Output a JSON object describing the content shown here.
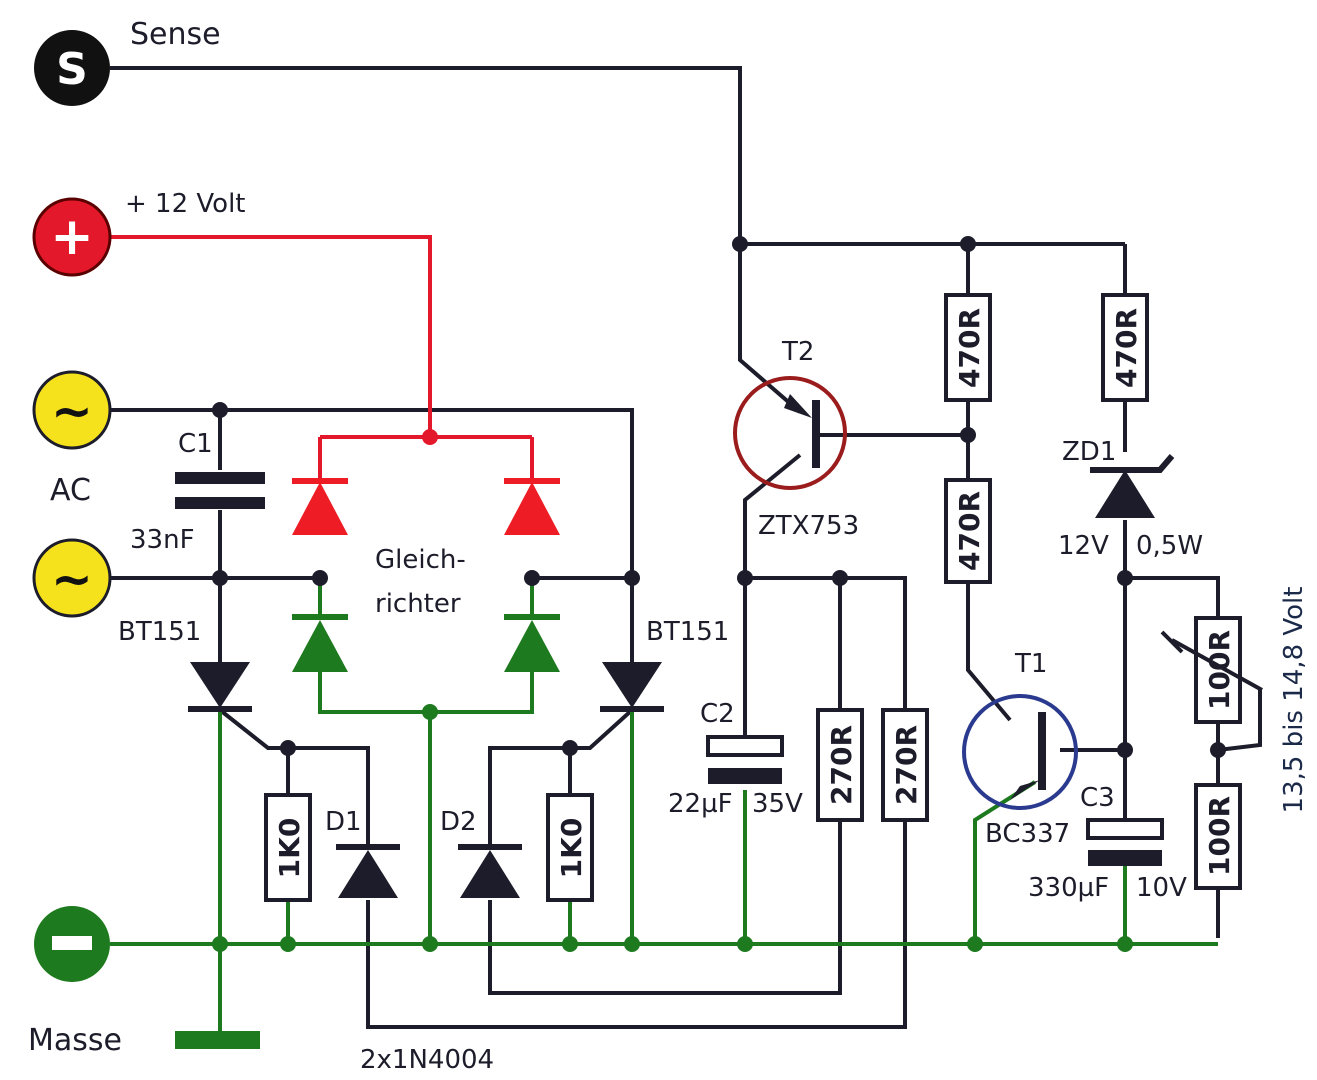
{
  "terminals": {
    "sense": {
      "glyph": "S",
      "label": "Sense",
      "color": "#111111"
    },
    "plus": {
      "glyph": "+",
      "label": "+ 12 Volt",
      "color": "#e3192b"
    },
    "ac_top": {
      "glyph": "~",
      "color": "#f5e11c"
    },
    "ac_bottom": {
      "glyph": "~",
      "color": "#f5e11c"
    },
    "ac_label": "AC",
    "ground": {
      "glyph": "−",
      "label": "Masse",
      "color": "#1e7a1e"
    }
  },
  "components": {
    "c1": {
      "name": "C1",
      "value": "33nF"
    },
    "bridge": {
      "label_1": "Gleich-",
      "label_2": "richter",
      "top_color": "#ee1c24",
      "bottom_color": "#1e7a1e"
    },
    "thyristor_left": {
      "name": "BT151"
    },
    "thyristor_right": {
      "name": "BT151"
    },
    "r_left": {
      "value": "1K0"
    },
    "r_right": {
      "value": "1K0"
    },
    "d1": {
      "name": "D1"
    },
    "d2": {
      "name": "D2"
    },
    "diodes_note": "2x1N4004",
    "t2": {
      "name": "T2",
      "type": "ZTX753",
      "color": "#9b1c1c"
    },
    "c2": {
      "name": "C2",
      "value": "22µF",
      "voltage": "35V"
    },
    "r270_1": {
      "value": "270R"
    },
    "r270_2": {
      "value": "270R"
    },
    "r470_top": {
      "value": "470R"
    },
    "r470_mid": {
      "value": "470R"
    },
    "r470_z": {
      "value": "470R"
    },
    "zd1": {
      "name": "ZD1",
      "value": "12V",
      "power": "0,5W"
    },
    "t1": {
      "name": "T1",
      "type": "BC337",
      "color": "#2a3a8f"
    },
    "c3": {
      "name": "C3",
      "value": "330µF",
      "voltage": "10V"
    },
    "pot": {
      "value": "100R",
      "range": "13,5 bis 14,8 Volt"
    },
    "r100": {
      "value": "100R"
    }
  }
}
